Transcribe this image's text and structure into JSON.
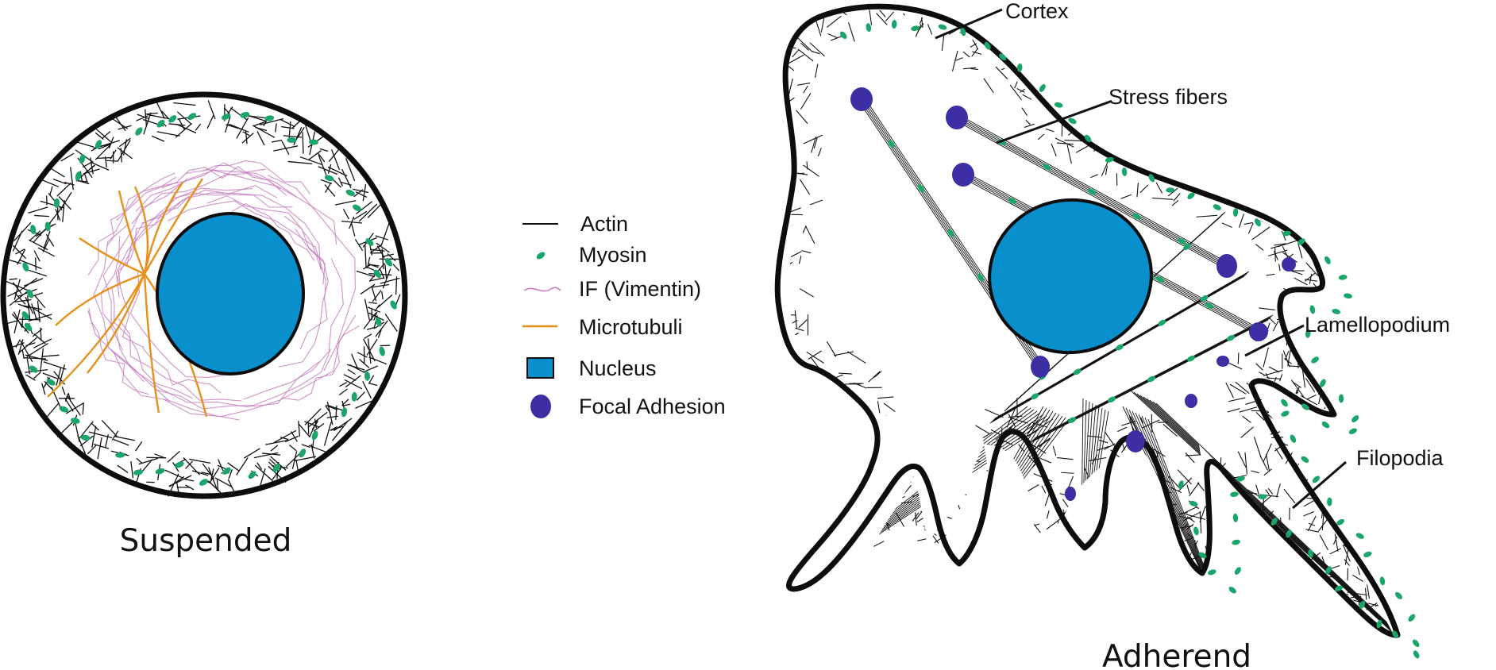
{
  "suspended_cell": {
    "caption": "Suspended"
  },
  "adherent_cell": {
    "caption": "Adherend",
    "callouts": {
      "cortex": "Cortex",
      "stress_fibers": "Stress fibers",
      "lamellopodium": "Lamellopodium",
      "filopodia": "Filopodia"
    }
  },
  "legend": {
    "items": [
      {
        "key": "actin",
        "label": "Actin",
        "icon": "line-icon",
        "color": "#111111"
      },
      {
        "key": "myosin",
        "label": "Myosin",
        "icon": "ellipse-icon",
        "color": "#1aa56b"
      },
      {
        "key": "if",
        "label": "IF (Vimentin)",
        "icon": "wavy-line-icon",
        "color": "#c77fc0"
      },
      {
        "key": "microtubuli",
        "label": "Microtubuli",
        "icon": "line-icon",
        "color": "#e8901a"
      },
      {
        "key": "nucleus",
        "label": "Nucleus",
        "icon": "square-icon",
        "color": "#0a8fcd"
      },
      {
        "key": "focal_adhesion",
        "label": "Focal Adhesion",
        "icon": "ellipse-icon",
        "color": "#3b2fa3"
      }
    ]
  }
}
